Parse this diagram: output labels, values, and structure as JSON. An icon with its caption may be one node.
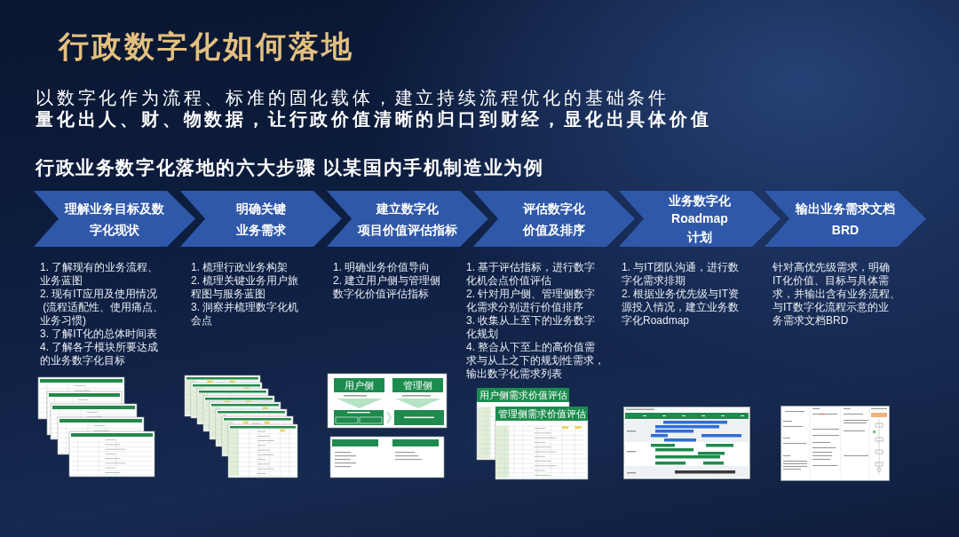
{
  "diagram": {
    "title": "行政数字化如何落地",
    "nodes": [
      {
        "text": [
          "理解业务目标及数字化现状"
        ],
        "beside": [
          "1. 了解现有的业务流程、业务蓝图",
          "2. 现有IT应用及使用情况 (流程适配性、使用痛点、业务习惯)",
          "3. 了解IT化的总体时间表",
          "4. 了解各子模块所要达成的业务数字化目标"
        ]
      },
      {
        "text": [
          "明确关键业务需求"
        ],
        "beside": [
          "1. 梳理行政业务构架",
          "2. 梳理关键业务用户旅程图与服务蓝图",
          "3. 洞察并梳理数字化机会点"
        ]
      },
      {
        "text": [
          "建立数字化项目价值评估指标"
        ],
        "beside": [
          "1. 明确业务价值导向",
          "2. 建立用户侧与管理侧数字化价值评估指标"
        ]
      },
      {
        "text": [
          "评估数字化价值及排序"
        ],
        "beside": [
          "1. 基于评估指标，进行数字化机会点价值评估",
          "2. 针对用户侧、管理侧数字化需求分别进行价值排序",
          "3. 收集从上至下的业务数字化规划",
          "4. 整合从下至上的高价值需求与从上之下的规划性需求，输出数字化需求列表"
        ]
      },
      {
        "text": [
          "业务数字化Roadmap计划"
        ],
        "beside": [
          "1. 与IT团队沟通，进行数字化需求排期",
          "2. 根据业务优先级与IT资源投入情况，建立业务数字化Roadmap"
        ]
      },
      {
        "text": [
          "输出业务需求文档BRD"
        ],
        "beside": [
          "针对高优先级需求，明确IT化价值、目标与具体需求，并输出含有业务流程、与IT数字化流程示意的业务需求文档BRD"
        ]
      }
    ],
    "labels": [
      "以数字化作为流程、标准的固化载体，建立持续流程优化的基础条件",
      "量化出人、财、物数据，让行政价值清晰的归口到财经，显化出具体价值",
      "行政业务数字化落地的六大步骤 以某国内手机制造业为例",
      "用户侧",
      "管理侧",
      "用户侧需求价值评估",
      "管理侧需求价值评估"
    ]
  }
}
